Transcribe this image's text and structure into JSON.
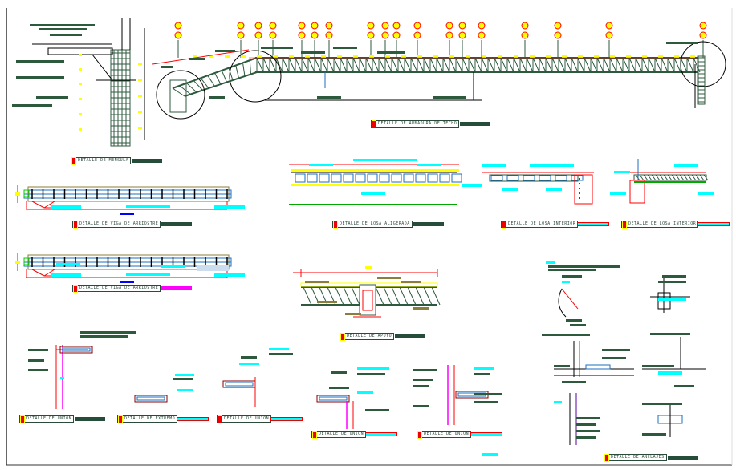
{
  "drawing": {
    "titles": [
      {
        "text": "DETALLE DE MENSULA",
        "bar": "dark"
      },
      {
        "text": "DETALLE DE ARMADURA DE TECHO",
        "bar": "dark"
      },
      {
        "text": "DETALLE DE VIGA DE ARRIOSTRE",
        "bar": "dark"
      },
      {
        "text": "DETALLE DE VIGA DE ARRIOSTRE",
        "bar": "magenta"
      },
      {
        "text": "DETALLE DE LOSA ALIGERADA",
        "bar": "dark"
      },
      {
        "text": "DETALLE DE LOSA INTERIOR",
        "bar": "cyan"
      },
      {
        "text": "DETALLE DE LOSA INTERIOR",
        "bar": "cyan"
      },
      {
        "text": "DETALLE DE APOYO",
        "bar": "dark"
      },
      {
        "text": "DETALLE DE UNION",
        "bar": "dark"
      },
      {
        "text": "DETALLE DE EXTREMO",
        "bar": "cyan"
      },
      {
        "text": "DETALLE DE UNION",
        "bar": "cyan"
      },
      {
        "text": "DETALLE DE UNION",
        "bar": "cyan"
      },
      {
        "text": "DETALLE DE UNION",
        "bar": "cyan"
      },
      {
        "text": "DETALLE DE ANCLAJES",
        "bar": "dark"
      }
    ],
    "colors": {
      "steel": "#2d5a3d",
      "dimension": "#ff0000",
      "annotation": "#00ffff",
      "concrete": "#8b7d3a",
      "rebar": "#1e6fc0",
      "highlight": "#ffff00",
      "accent": "#ff00ff"
    }
  }
}
